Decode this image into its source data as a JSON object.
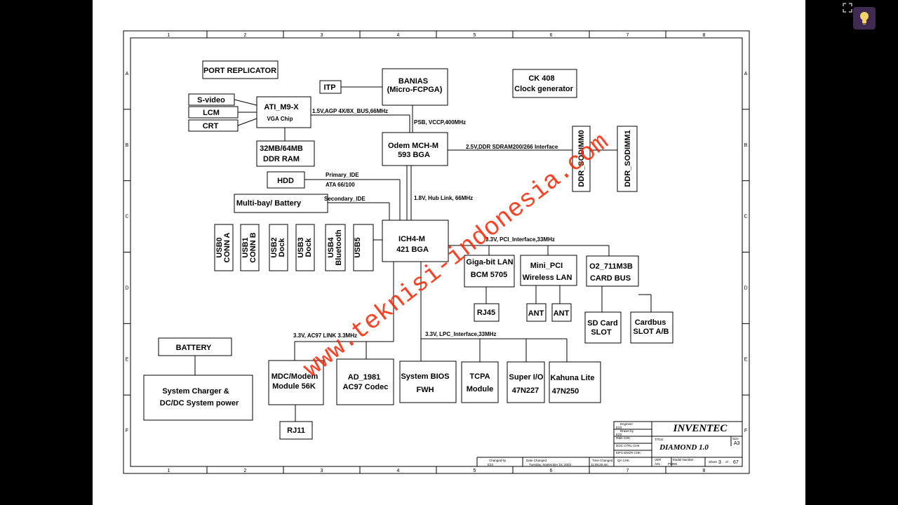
{
  "viewer": {
    "expand_icon": "expand-icon",
    "help_icon": "lightbulb-icon",
    "accent": "#3f2a52"
  },
  "frame": {
    "cols": [
      "1",
      "2",
      "3",
      "4",
      "5",
      "6",
      "7",
      "8"
    ],
    "rows": [
      "A",
      "B",
      "C",
      "D",
      "E",
      "F"
    ]
  },
  "watermark": "www.teknisi-indonesia.com",
  "blocks": {
    "port_replicator": "PORT REPLICATOR",
    "svideo": "S-video",
    "lcm": "LCM",
    "crt": "CRT",
    "ati": [
      "ATI_M9-X",
      "VGA Chip"
    ],
    "ddr_ram": [
      "32MB/64MB",
      "DDR RAM"
    ],
    "itp": "ITP",
    "banias": [
      "BANIAS",
      "(Micro-FCPGA)"
    ],
    "ck408": [
      "CK 408",
      "Clock generator"
    ],
    "mch": [
      "Odem MCH-M",
      "593 BGA"
    ],
    "sodimm0": "DDR_SODIMM0",
    "sodimm1": "DDR_SODIMM1",
    "hdd": "HDD",
    "multibay": "Multi-bay/ Battery",
    "usb0": [
      "USB0",
      "CONN A"
    ],
    "usb1": [
      "USB1",
      "CONN B"
    ],
    "usb2": [
      "USB2",
      "Dock"
    ],
    "usb3": [
      "USB3",
      "Dock"
    ],
    "usb4": [
      "USB4",
      "Bluetooth"
    ],
    "usb5": "USB5",
    "ich4": [
      "ICH4-M",
      "421 BGA"
    ],
    "lan": [
      "Giga-bit LAN",
      "BCM 5705"
    ],
    "minipci": [
      "Mini_PCI",
      "Wireless LAN"
    ],
    "cardbus_ctl": [
      "O2_711M3B",
      "CARD BUS"
    ],
    "rj45": "RJ45",
    "ant1": "ANT",
    "ant2": "ANT",
    "sdcard": [
      "SD Card",
      "SLOT"
    ],
    "cardbus_slot": [
      "Cardbus",
      "SLOT A/B"
    ],
    "battery": "BATTERY",
    "charger": [
      "System Charger &",
      "DC/DC System power"
    ],
    "mdc": [
      "MDC/Modem",
      "Module 56K"
    ],
    "ad1981": [
      "AD_1981",
      "AC97 Codec"
    ],
    "bios": [
      "System  BIOS",
      "FWH"
    ],
    "tcpa": [
      "TCPA",
      "Module"
    ],
    "superio": [
      "Super I/O",
      "47N227"
    ],
    "kahuna": [
      "Kahuna Lite",
      "47N250"
    ],
    "rj11": "RJ11"
  },
  "buses": {
    "agp": "1.5V,AGP 4X/8X_BUS,66MHz",
    "psb": "PSB, VCCP,400MHz",
    "ddr": "2.5V,DDR SDRAM200/266 Interface",
    "primary_ide": "Primary_IDE",
    "ata": "ATA 66/100",
    "secondary_ide": "Secondary_IDE",
    "hublink": "1.8V, Hub Link, 66MHz",
    "pci": "3.3V, PCI_Interface,33MHz",
    "ac97": "3.3V, AC97 LINK 3.3MHz",
    "lpc": "3.3V, LPC_Interface,33MHz"
  },
  "title_block": {
    "company": "INVENTEC",
    "title_label": "TITLE",
    "title": "DIAMOND 1.0",
    "size_label": "Size",
    "size": "A3",
    "engineer_label": "Engineer",
    "engineer": "E23",
    "drawn_label": "Drawn by",
    "drawn": "E23",
    "rd_chk": "R&D CHK",
    "doc_ctrl": "DOC CTRL CHK",
    "mfg_chk": "MFG ENGR CHK",
    "qa_chk": "QA CHK",
    "changed_by_label": "Changed by",
    "changed_by": "E23",
    "date_label": "Date Changed",
    "date": "Tuesday, September 16, 2003",
    "time_label": "Time Changed",
    "time": "11:08:28 am",
    "ver_label": "VER",
    "ver": "A01",
    "model_label": "Model Number",
    "model": "P8805",
    "sheet_label": "Sheet",
    "sheet": "3",
    "of_label": "of",
    "total": "67"
  }
}
